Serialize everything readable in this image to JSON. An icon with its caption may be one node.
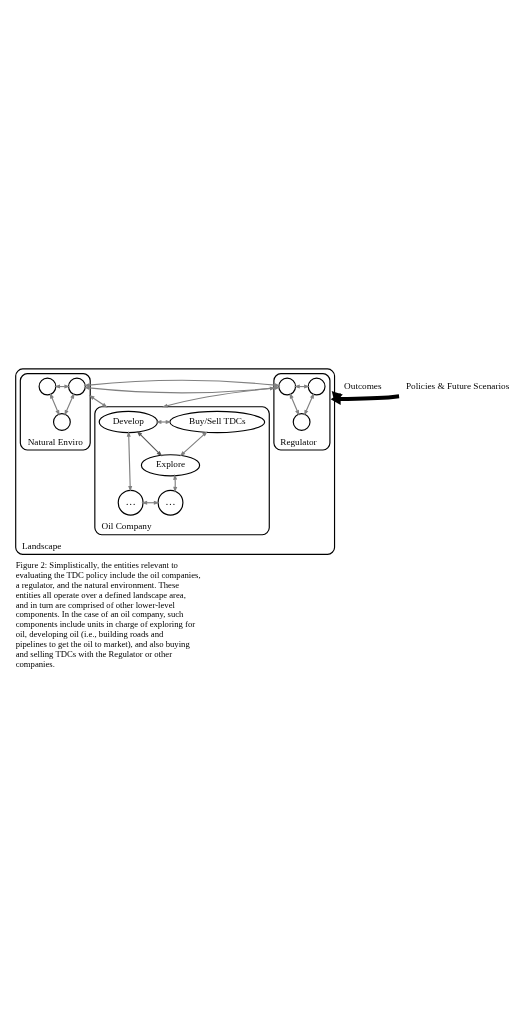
{
  "diagram": {
    "caption": "Figure 2: Simplistically, the entities relevant to evaluating the TDC policy include the oil companies, a regulator, and the natural environment. These entities all operate over a defined landscape area, and in turn are comprised of other lower-level components. In the case of an oil company, such components include units in charge of exploring for oil, developing oil (i.e., building roads and pipelines to get the oil to market), and also buying and selling TDCs with the Regulator or other companies.",
    "nodes": [
      {
        "text": [
          "Landscape"
        ]
      },
      {
        "text": [
          "Regulator"
        ],
        "in": 0
      },
      {
        "text": [],
        "shape": "circle",
        "in": 1
      },
      {
        "text": [],
        "shape": "circle",
        "in": 1
      },
      {
        "text": [],
        "shape": "circle",
        "in": 1
      },
      {
        "text": [
          "Natural Enviro"
        ],
        "in": 0
      },
      {
        "text": [],
        "shape": "circle",
        "in": 5
      },
      {
        "text": [],
        "shape": "circle",
        "in": 5
      },
      {
        "text": [],
        "shape": "circle",
        "in": 5
      },
      {
        "text": [
          "Oil Company"
        ],
        "in": 0
      },
      {
        "text": [
          "Develop"
        ],
        "in": 9
      },
      {
        "text": [
          "Buy/Sell TDCs"
        ],
        "in": 9
      },
      {
        "text": [
          "Explore"
        ],
        "in": 9
      },
      {
        "text": [
          "…"
        ],
        "in": 9
      },
      {
        "text": [
          "…"
        ],
        "in": 9
      },
      {
        "text": [
          "Policies & Future Scenarios"
        ]
      },
      {
        "text": [
          "Outcomes"
        ]
      }
    ],
    "edges": [
      {
        "from": 15,
        "to": 0,
        "arrow": "to",
        "style": "thick",
        "color": "#000000"
      },
      {
        "from": 0,
        "to": 16,
        "arrow": "to",
        "style": "thick",
        "color": "#000000"
      },
      {
        "from": 1,
        "to": 5,
        "arrow": "both"
      },
      {
        "from": 2,
        "to": 3,
        "arrow": "both"
      },
      {
        "from": 2,
        "to": 4,
        "arrow": "both"
      },
      {
        "from": 4,
        "to": 3,
        "arrow": "both"
      },
      {
        "from": 6,
        "to": 7,
        "arrow": "both"
      },
      {
        "from": 6,
        "to": 8,
        "arrow": "both"
      },
      {
        "from": 8,
        "to": 7,
        "arrow": "both"
      },
      {
        "from": 1,
        "to": 9,
        "arrow": "both"
      },
      {
        "from": 5,
        "to": 9,
        "arrow": "both"
      },
      {
        "from": 10,
        "to": 11,
        "arrow": "both"
      },
      {
        "from": 10,
        "to": 12,
        "arrow": "both",
        "color": "#555555"
      },
      {
        "from": 11,
        "to": 12,
        "arrow": "both"
      },
      {
        "from": 10,
        "to": 13,
        "arrow": "both"
      },
      {
        "from": 13,
        "to": 14,
        "arrow": "both"
      },
      {
        "from": 14,
        "to": 12,
        "arrow": "both"
      }
    ]
  }
}
